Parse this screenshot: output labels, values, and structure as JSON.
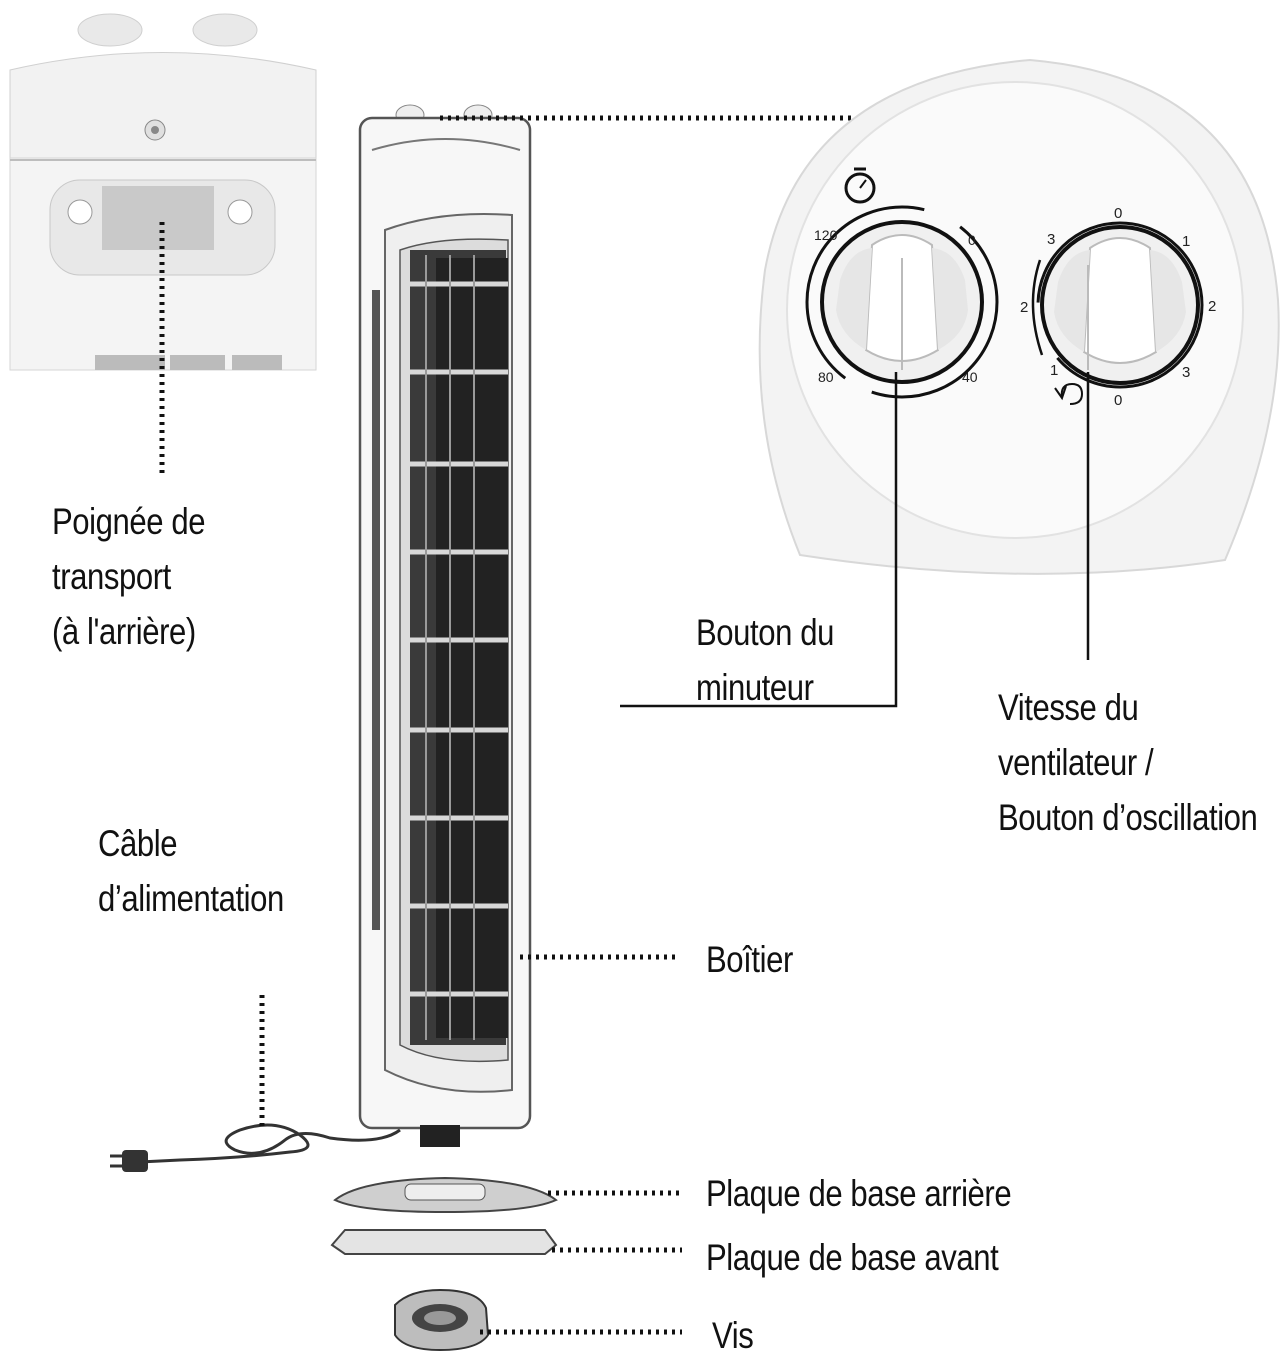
{
  "labels": {
    "carry_handle": [
      "Poignée de",
      "transport",
      "(à l'arrière)"
    ],
    "timer_knob": [
      "Bouton du",
      "minuteur"
    ],
    "speed_knob": [
      "Vitesse du",
      "ventilateur /",
      "Bouton d’oscillation"
    ],
    "power_cable": [
      "Câble",
      "d’alimentation"
    ],
    "housing": "Boîtier",
    "rear_base": "Plaque de base arrière",
    "front_base": "Plaque de base avant",
    "screw": "Vis"
  },
  "timer_dial": {
    "marks": [
      "0",
      "40",
      "80",
      "120"
    ]
  },
  "speed_dial": {
    "marks_right": [
      "0",
      "1",
      "2",
      "3"
    ],
    "marks_left": [
      "3",
      "2",
      "1"
    ],
    "bottom_mark": "0"
  },
  "icons": [
    "timer-icon",
    "oscillation-icon",
    "plug-icon"
  ]
}
